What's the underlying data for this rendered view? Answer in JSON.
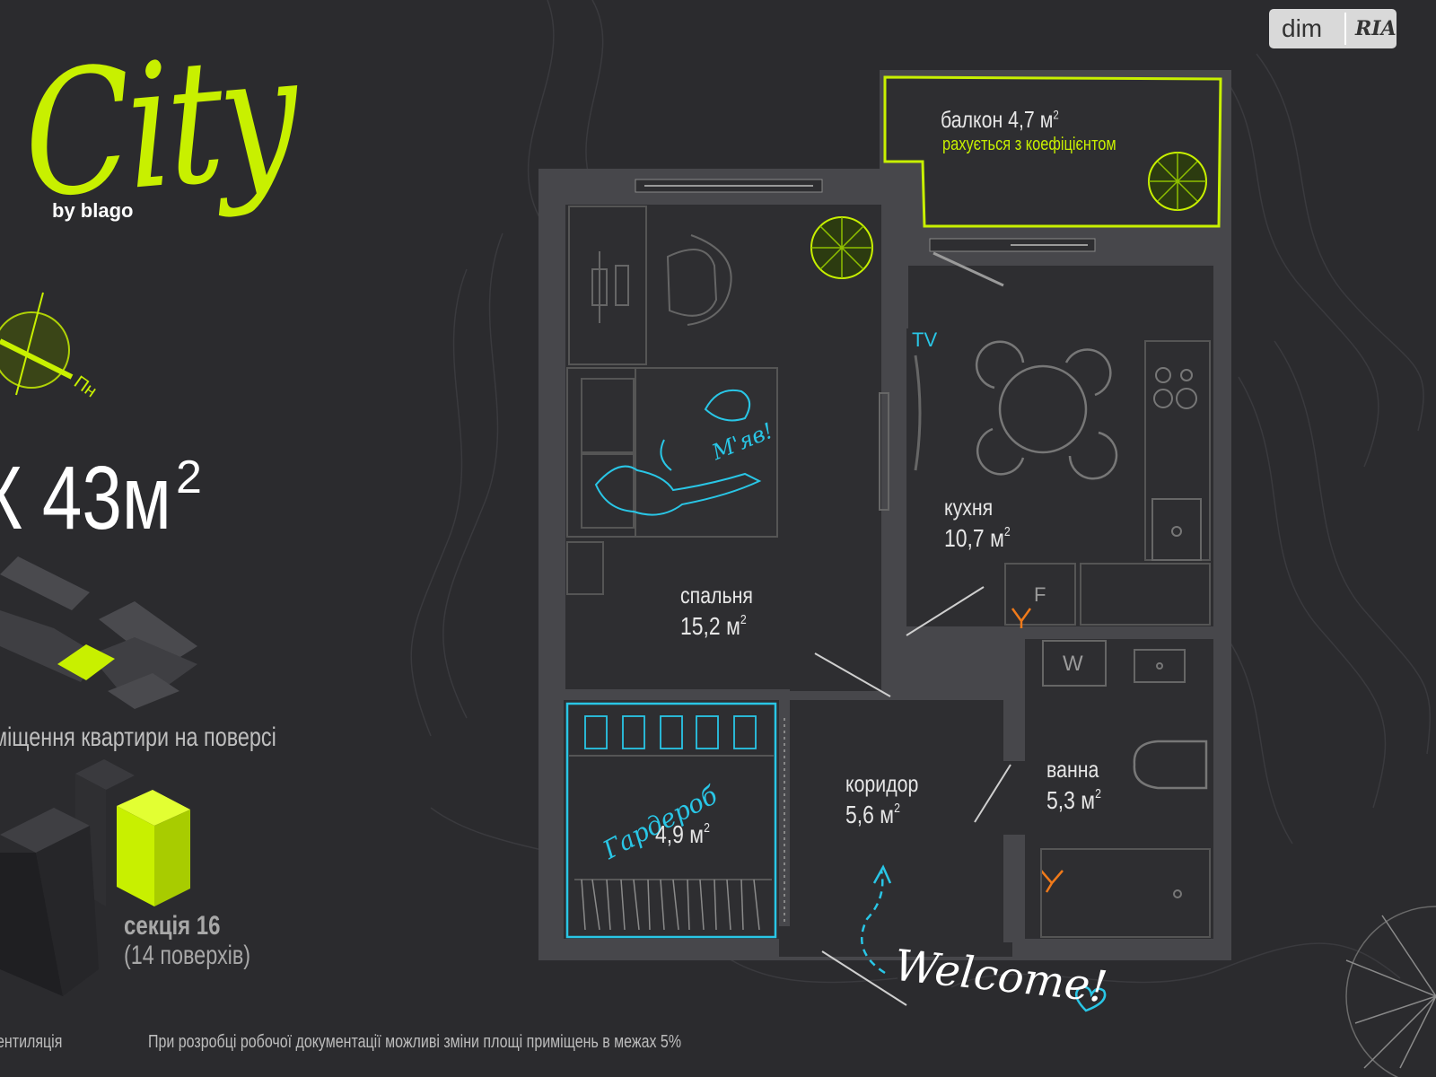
{
  "branding": {
    "logo_text": "City",
    "logo_subtext": "by blago",
    "watermark_primary": "dim",
    "watermark_secondary": "RIA",
    "accent_color": "#c8f000",
    "cyan_color": "#29c6e6"
  },
  "compass": {
    "north_label": "Пн"
  },
  "apartment": {
    "title": "К 43м",
    "title_sup": "2",
    "floor_position_caption": "міщення квартири на поверсі",
    "section_label": "секція 16",
    "section_floors": "(14 поверхів)"
  },
  "footer": {
    "ventilation_note": "ентиляція",
    "disclaimer": "При розробці робочої документації можливі зміни площі приміщень в межах 5%"
  },
  "rooms": {
    "balcony": {
      "name": "балкон 4,7 м",
      "sup": "2",
      "note": "рахується з коефіцієнтом"
    },
    "bedroom": {
      "name": "спальня",
      "area": "15,2 м",
      "sup": "2"
    },
    "kitchen": {
      "name": "кухня",
      "area": "10,7 м",
      "sup": "2"
    },
    "corridor": {
      "name": "коридор",
      "area": "5,6 м",
      "sup": "2"
    },
    "bathroom": {
      "name": "ванна",
      "area": "5,3 м",
      "sup": "2"
    },
    "wardrobe": {
      "name": "Гардероб",
      "area": "4,9 м",
      "sup": "2"
    }
  },
  "fixtures": {
    "tv_label": "TV",
    "fridge_label": "F",
    "washer_label": "W",
    "cat_caption": "М'яв!",
    "welcome_caption": "Welcome!"
  }
}
